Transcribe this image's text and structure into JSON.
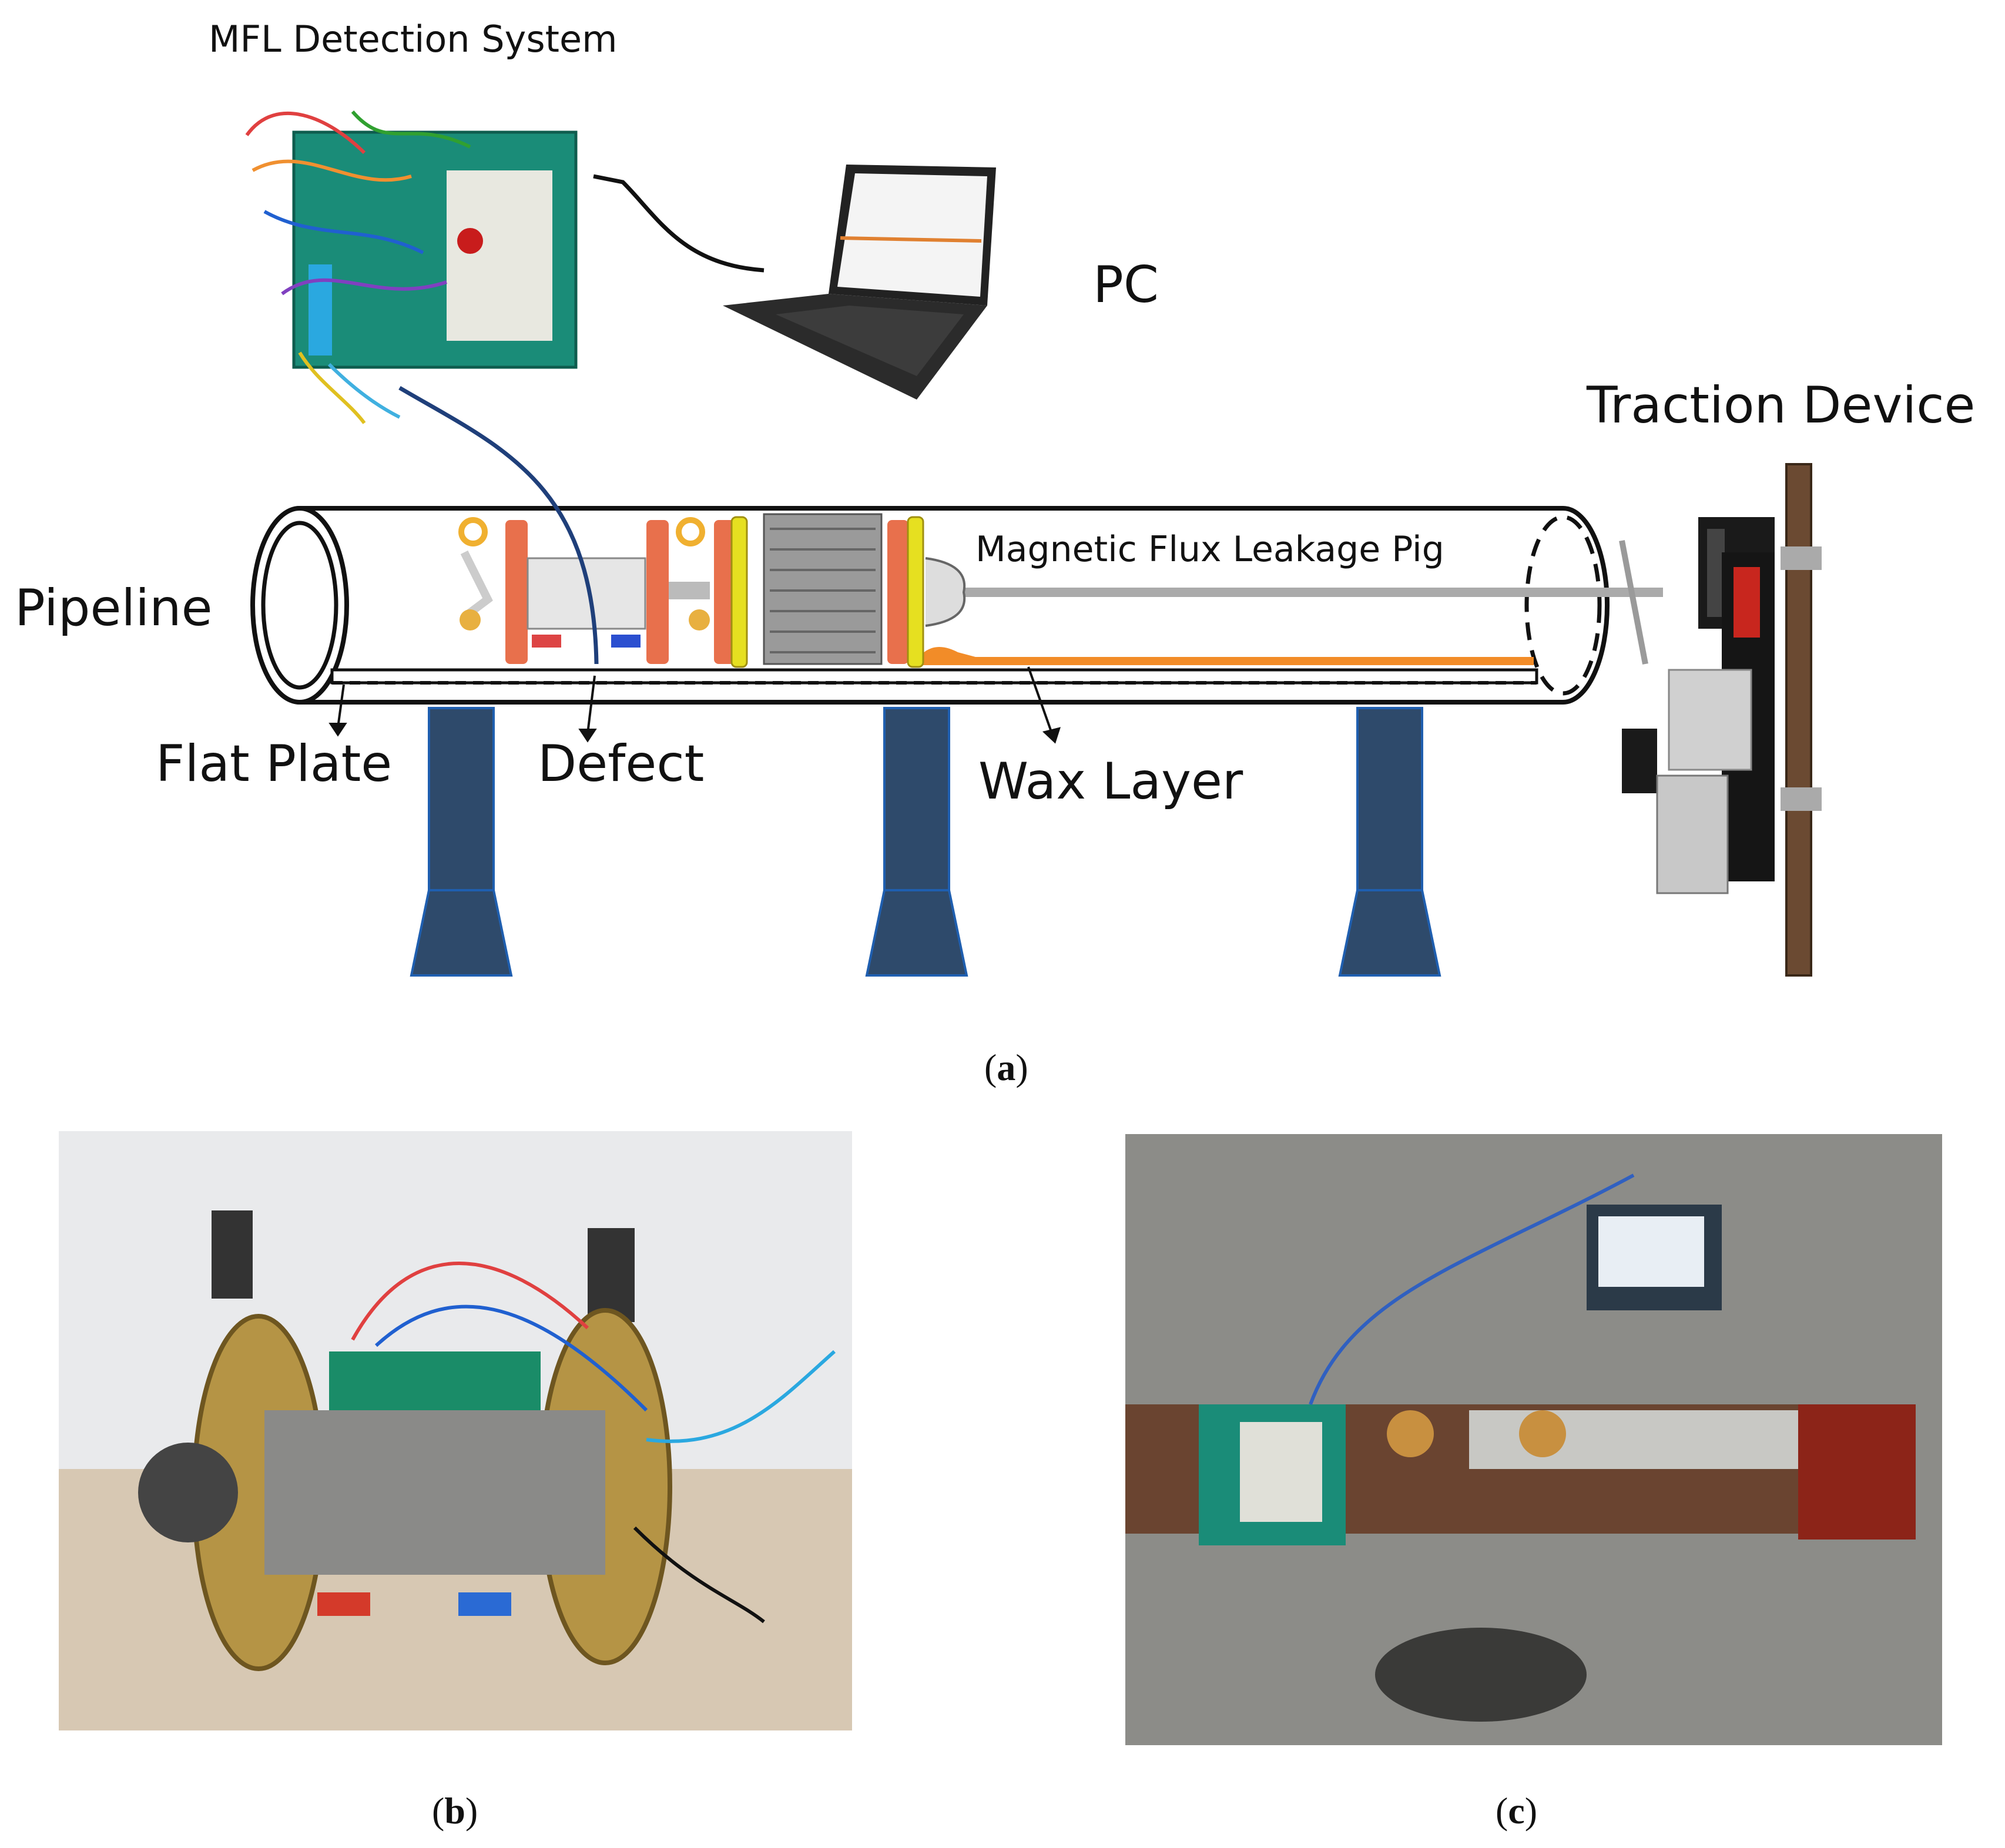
{
  "panel_a": {
    "labels": {
      "mfl_system": "MFL Detection System",
      "pc": "PC",
      "traction_device": "Traction Device",
      "pipeline": "Pipeline",
      "pig": "Magnetic Flux Leakage Pig",
      "flat_plate": "Flat Plate",
      "defect": "Defect",
      "wax_layer": "Wax Layer"
    },
    "caption": "a"
  },
  "panel_b": {
    "caption": "b"
  },
  "panel_c": {
    "caption": "c"
  },
  "colors": {
    "support": "#2e4a6b",
    "wax": "#f28c28",
    "cup_orange": "#e8704c",
    "cup_yellow": "#e6e020",
    "cable": "#1f3f7a"
  }
}
